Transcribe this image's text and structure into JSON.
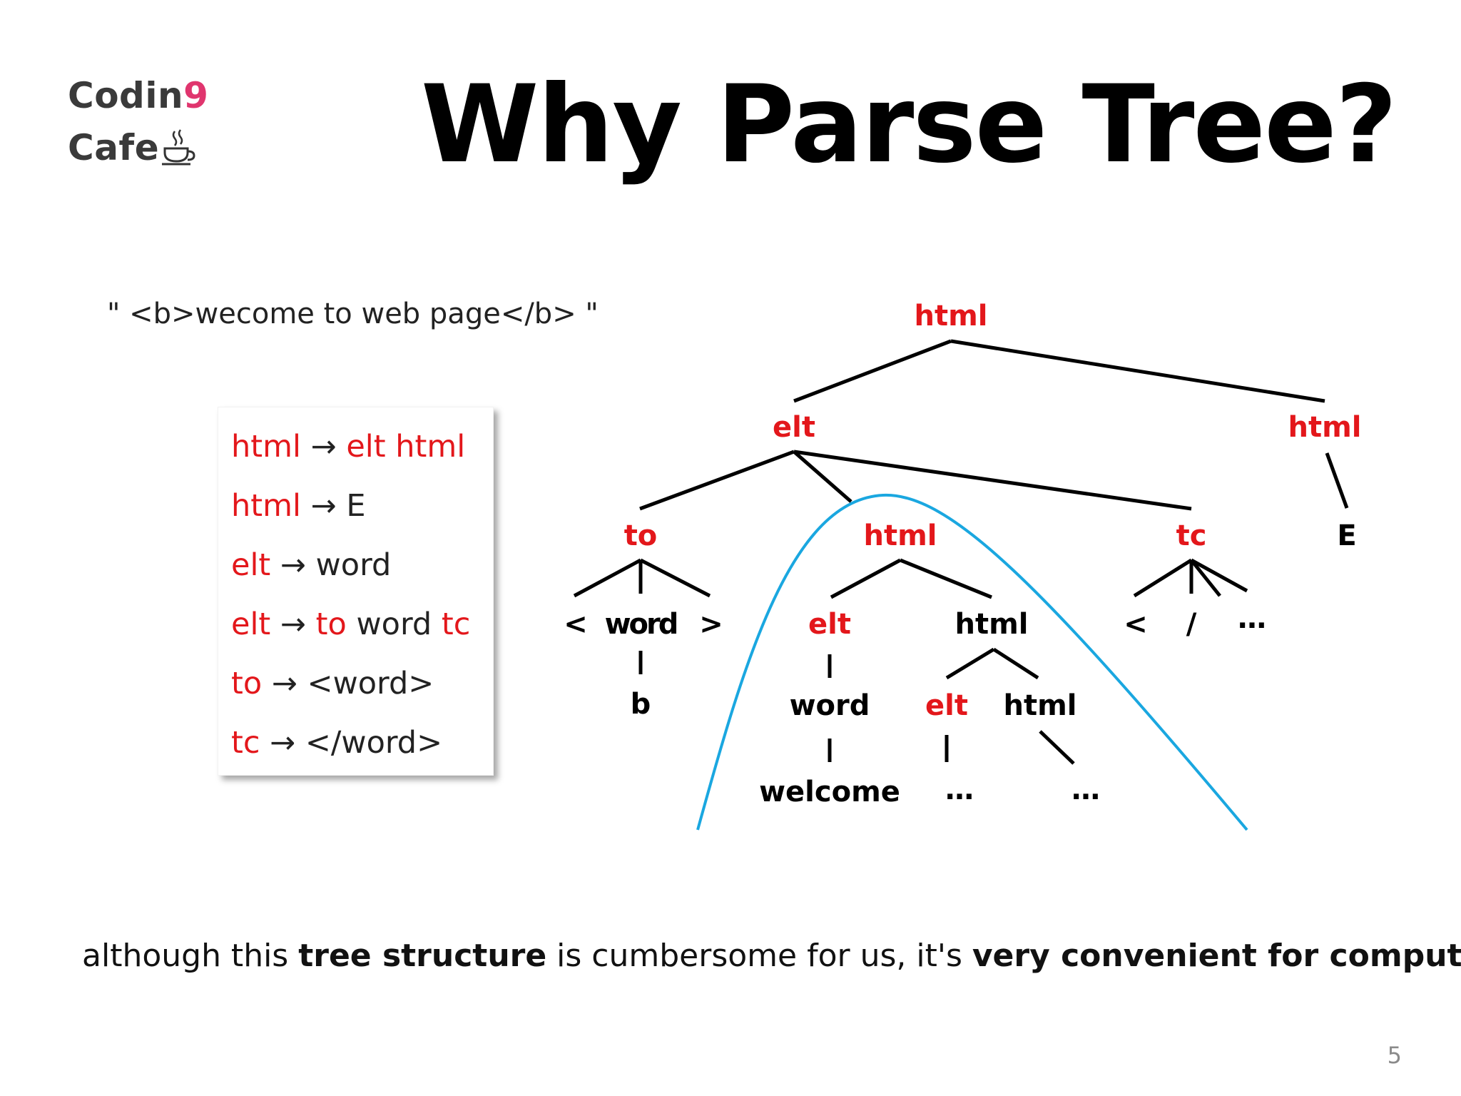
{
  "logo": {
    "line1_main": "Codin",
    "line1_accent": "9",
    "line2": "Cafe",
    "cup_icon": "coffee-cup-icon"
  },
  "title": "Why Parse Tree?",
  "example": "\" <b>wecome to web page</b> \"",
  "rules": [
    {
      "parts": [
        {
          "t": "html",
          "red": true
        },
        {
          "t": " → ",
          "red": false
        },
        {
          "t": "elt",
          "red": true
        },
        {
          "t": " ",
          "red": false
        },
        {
          "t": "html",
          "red": true
        }
      ]
    },
    {
      "parts": [
        {
          "t": "html",
          "red": true
        },
        {
          "t": " → E",
          "red": false
        }
      ]
    },
    {
      "parts": [
        {
          "t": "elt",
          "red": true
        },
        {
          "t": " → word",
          "red": false
        }
      ]
    },
    {
      "parts": [
        {
          "t": "elt",
          "red": true
        },
        {
          "t": " → ",
          "red": false
        },
        {
          "t": "to",
          "red": true
        },
        {
          "t": " word ",
          "red": false
        },
        {
          "t": "tc",
          "red": true
        }
      ]
    },
    {
      "parts": [
        {
          "t": "to",
          "red": true
        },
        {
          "t": " → <word>",
          "red": false
        }
      ]
    },
    {
      "parts": [
        {
          "t": "tc",
          "red": true
        },
        {
          "t": " → </word>",
          "red": false
        }
      ]
    }
  ],
  "tree": {
    "root": "html",
    "elt": "elt",
    "html_right": "html",
    "to": "to",
    "html_mid": "html",
    "tc": "tc",
    "e_leaf": "E",
    "to_lt": "<",
    "to_word": "word",
    "to_gt": ">",
    "to_b": "b",
    "mid_elt": "elt",
    "mid_html": "html",
    "mid_word": "word",
    "mid_welcome": "welcome",
    "sub_elt": "elt",
    "sub_html": "html",
    "sub_dots1": "…",
    "sub_dots2": "…",
    "tc_lt": "<",
    "tc_slash": "/",
    "tc_dots": "…",
    "highlight_color": "#1aa7e0"
  },
  "caption": {
    "p1": "although this ",
    "b1": "tree structure",
    "p2": " is cumbersome for us, it's ",
    "b2": "very convenient for computers"
  },
  "page_number": "5"
}
